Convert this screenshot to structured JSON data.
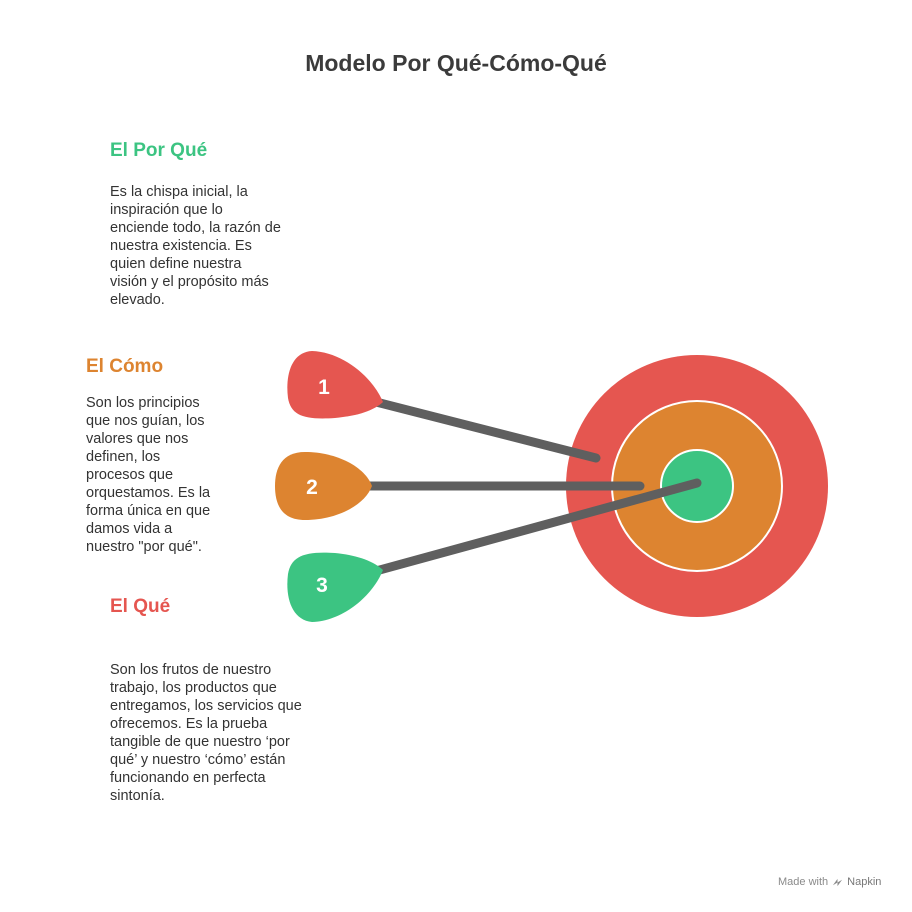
{
  "title": "Modelo Por Qué-Cómo-Qué",
  "colors": {
    "why": "#3cc482",
    "how": "#dd8430",
    "what": "#e55650",
    "shaft": "#5f5f5f",
    "title": "#3b3b3b"
  },
  "sections": {
    "why": {
      "heading": "El Por Qué",
      "lines": [
        "Es la chispa inicial, la",
        "inspiración que lo",
        "enciende todo, la razón de",
        "nuestra existencia. Es",
        "quien define nuestra",
        "visión y el propósito más",
        "elevado."
      ]
    },
    "how": {
      "heading": "El Cómo",
      "lines": [
        "Son los principios",
        "que nos guían, los",
        "valores que nos",
        "definen, los",
        "procesos que",
        "orquestamos. Es la",
        "forma única en que",
        "damos vida a",
        "nuestro \"por qué\"."
      ]
    },
    "what": {
      "heading": "El Qué",
      "lines": [
        "Son los frutos de nuestro",
        "trabajo, los productos que",
        "entregamos, los servicios que",
        "ofrecemos. Es la prueba",
        "tangible de que nuestro ‘por",
        "qué’ y nuestro ‘cómo’ están",
        "funcionando en perfecta",
        "sintonía."
      ]
    }
  },
  "darts": [
    {
      "label": "1"
    },
    {
      "label": "2"
    },
    {
      "label": "3"
    }
  ],
  "footer": {
    "made_with": "Made with",
    "brand": "Napkin",
    "icon": "napkin-logo-icon"
  }
}
